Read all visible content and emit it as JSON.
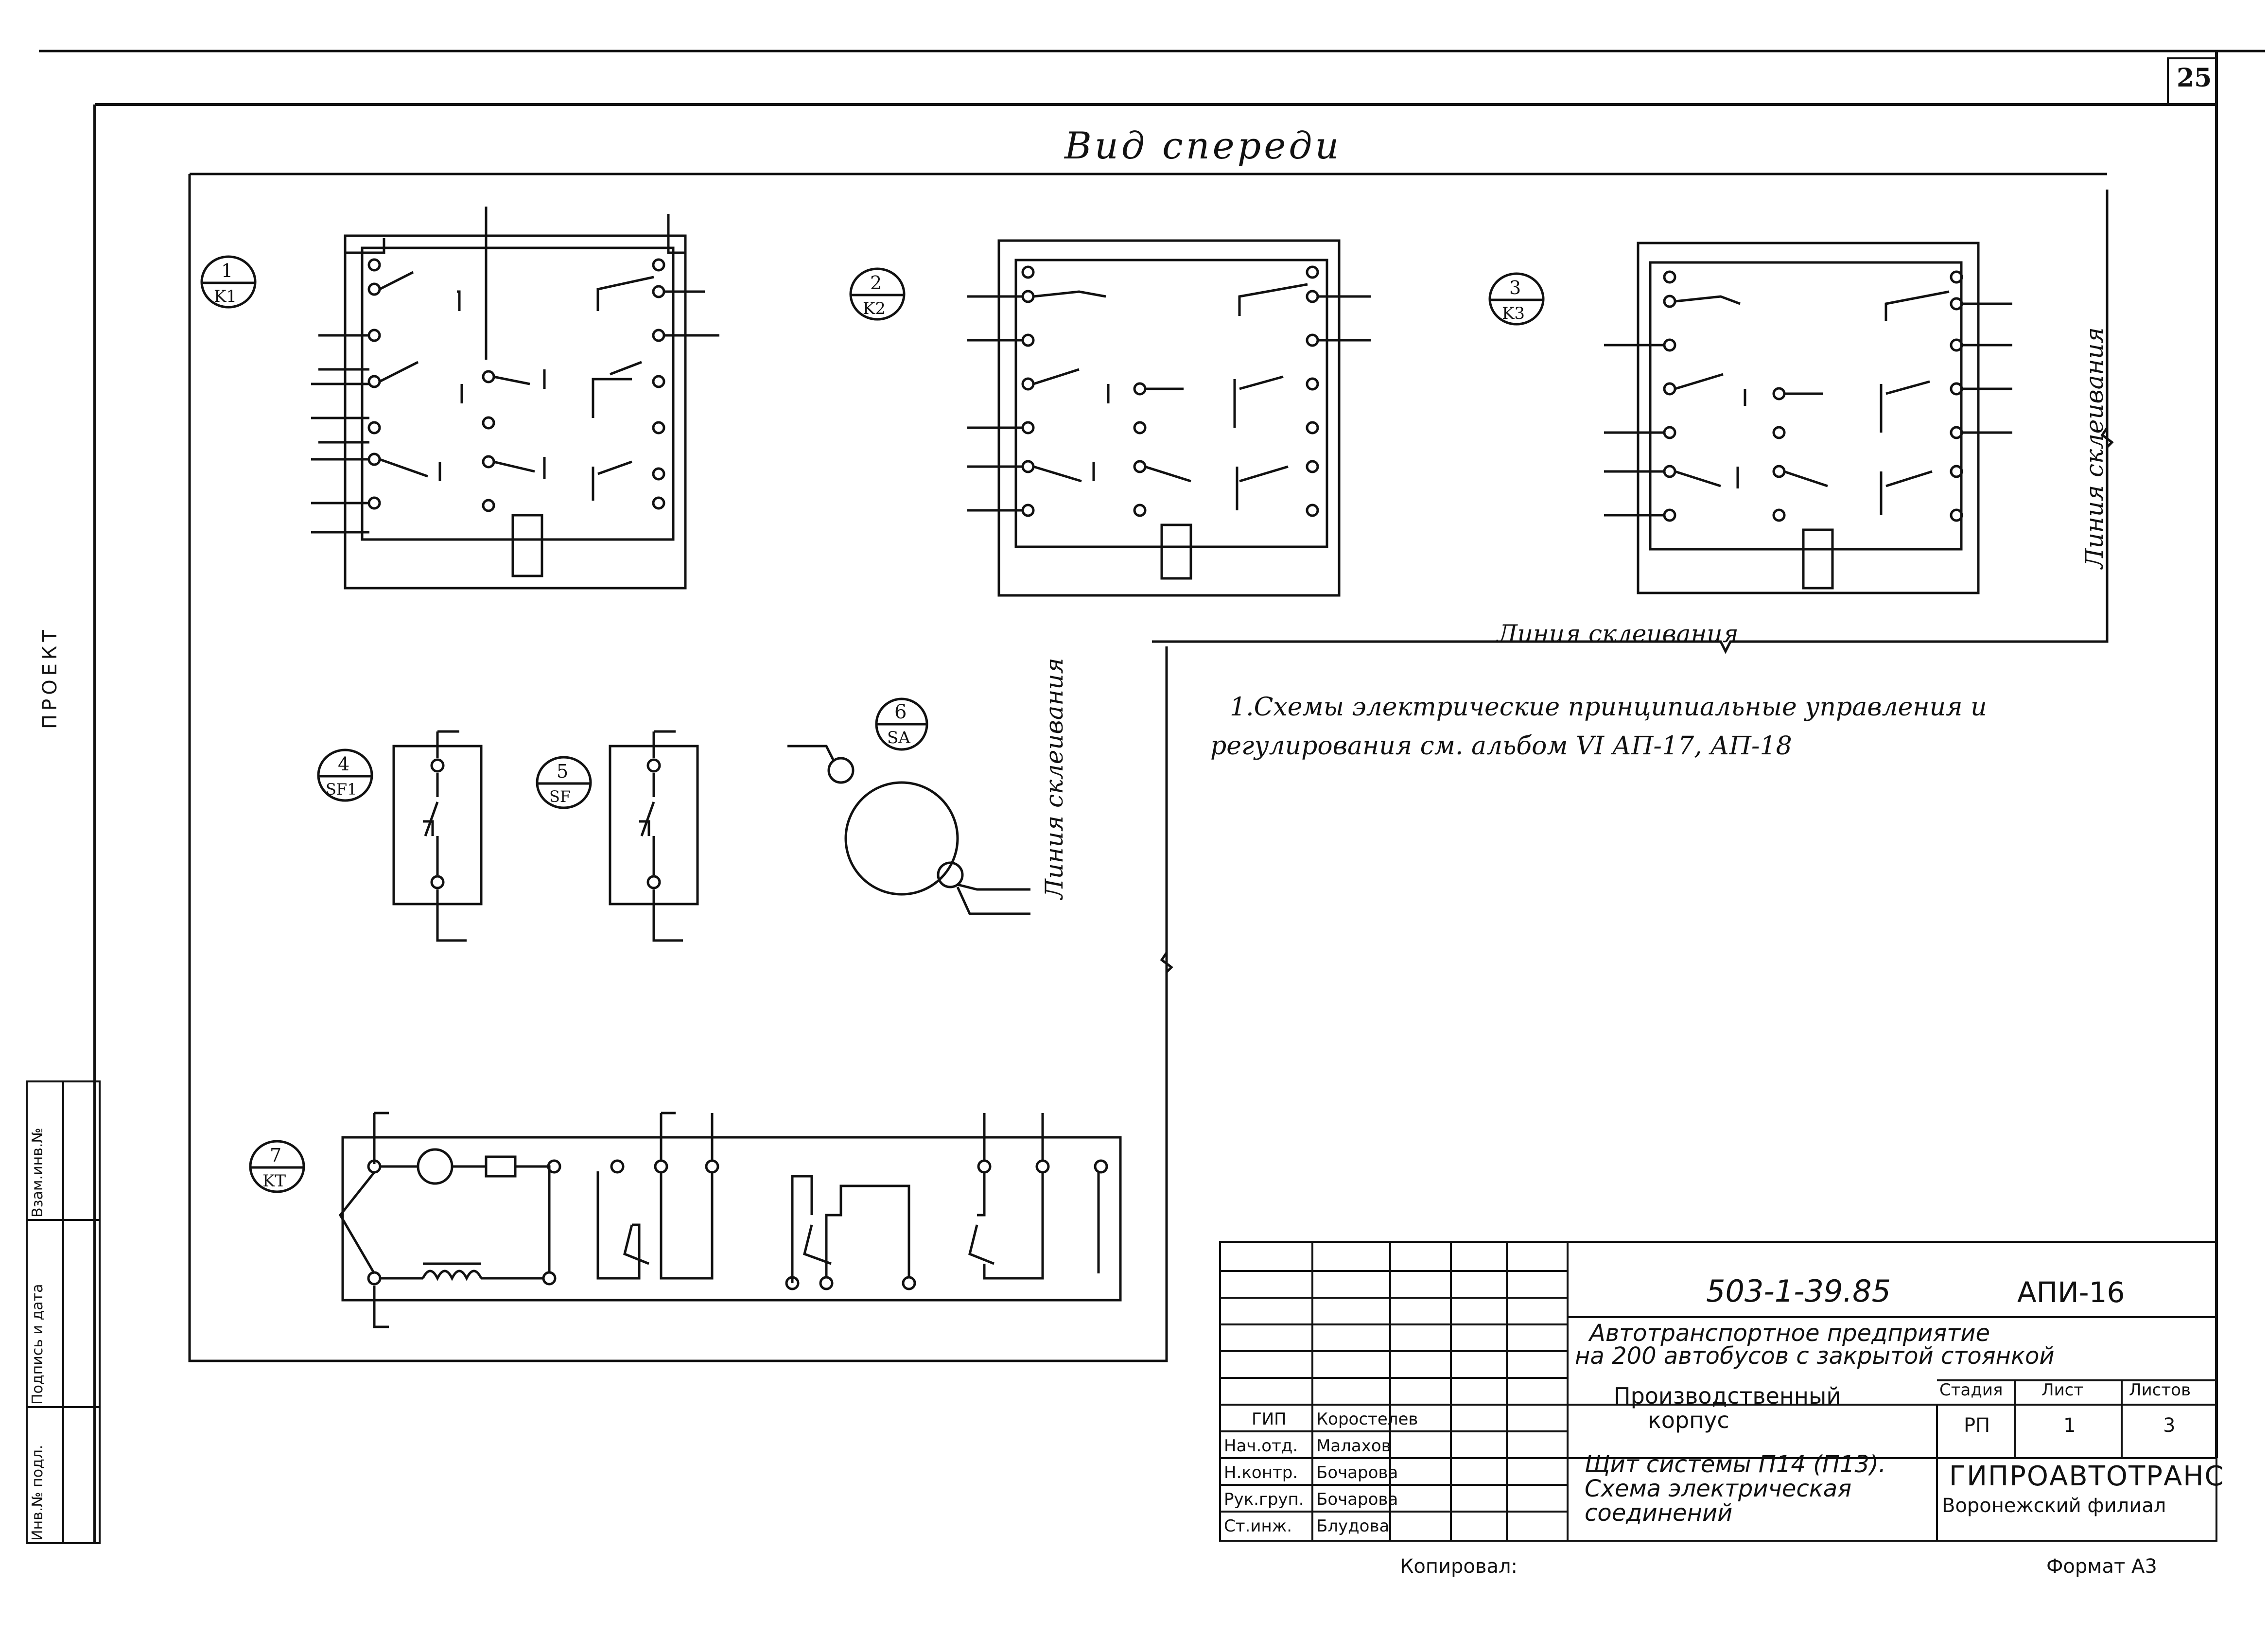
{
  "sheet": {
    "sheet_number": "25",
    "view_title": "Вид спереди",
    "glue_line_label": "Линия склеивания",
    "copied_by_label": "Копировал:",
    "format_label": "Формат А3"
  },
  "side_margin": {
    "inv_label": "Инв.№ подл.",
    "sign_label": "Подпись и дата",
    "replace_label": "Взам.инв.№",
    "project_stamp": "ПРОЕКТ"
  },
  "note": {
    "line1": "1.Схемы электрические принципиальные управления и",
    "line2": "регулирования см. альбом VI АП-17, АП-18"
  },
  "devices": [
    {
      "number": "1",
      "code": "K1"
    },
    {
      "number": "2",
      "code": "K2"
    },
    {
      "number": "3",
      "code": "K3"
    },
    {
      "number": "4",
      "code": "SF1"
    },
    {
      "number": "5",
      "code": "SF"
    },
    {
      "number": "6",
      "code": "SA"
    },
    {
      "number": "7",
      "code": "KT"
    }
  ],
  "title_block": {
    "doc_code": "503-1-39.85",
    "album": "АПИ-16",
    "enterprise_line1": "Автотранспортное предприятие",
    "enterprise_line2": "на 200 автобусов с закрытой стоянкой",
    "building_line1": "Производственный",
    "building_line2": "корпус",
    "sheet_title_line1": "Щит системы П14 (П13).",
    "sheet_title_line2": "Схема электрическая",
    "sheet_title_line3": "соединений",
    "stage_header": "Стадия",
    "sheet_header": "Лист",
    "sheets_header": "Листов",
    "stage": "РП",
    "sheet": "1",
    "sheets": "3",
    "org_line1": "ГИПРОАВТОТРАНС",
    "org_line2": "Воронежский филиал",
    "staff": [
      {
        "role": "ГИП",
        "name": "Коростелев"
      },
      {
        "role": "Нач.отд.",
        "name": "Малахов"
      },
      {
        "role": "Н.контр.",
        "name": "Бочарова"
      },
      {
        "role": "Рук.груп.",
        "name": "Бочарова"
      },
      {
        "role": "Ст.инж.",
        "name": "Блудова"
      }
    ]
  }
}
